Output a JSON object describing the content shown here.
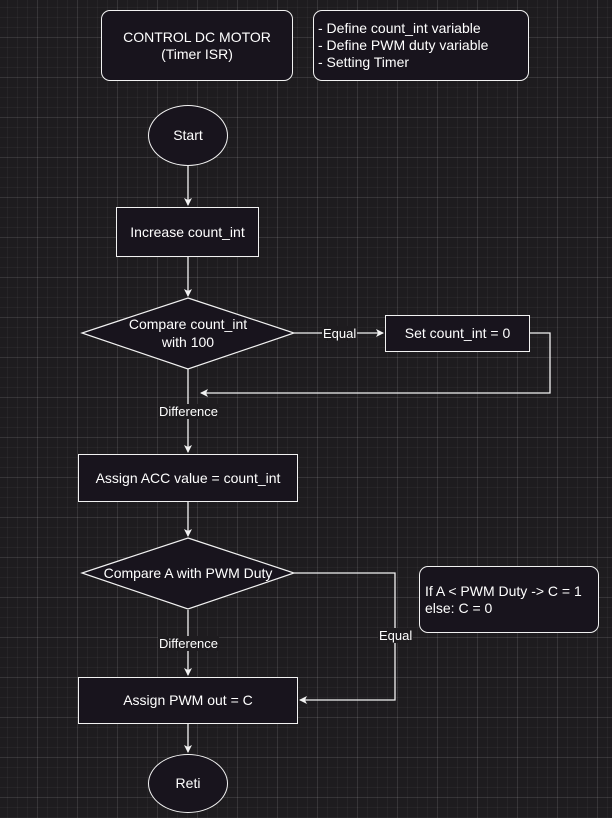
{
  "diagram": {
    "title_box": "CONTROL DC MOTOR\n(Timer ISR)",
    "setup_note": "- Define count_int variable\n- Define PWM duty variable\n- Setting Timer",
    "start": "Start",
    "increase": "Increase count_int",
    "compare_count": "Compare count_int\nwith 100",
    "set_zero": "Set count_int = 0",
    "assign_acc": "Assign ACC value = count_int",
    "compare_pwm": "Compare A with PWM Duty",
    "pwm_note": "If A < PWM Duty -> C = 1\nelse: C = 0",
    "assign_pwm": "Assign  PWM out = C",
    "end": "Reti",
    "labels": {
      "equal_1": "Equal",
      "difference_1": "Difference",
      "difference_2": "Difference",
      "equal_2": "Equal"
    }
  },
  "colors": {
    "background": "#1e1c1f",
    "node_fill": "#18141d",
    "stroke": "#f2f2f2",
    "text": "#ffffff"
  }
}
